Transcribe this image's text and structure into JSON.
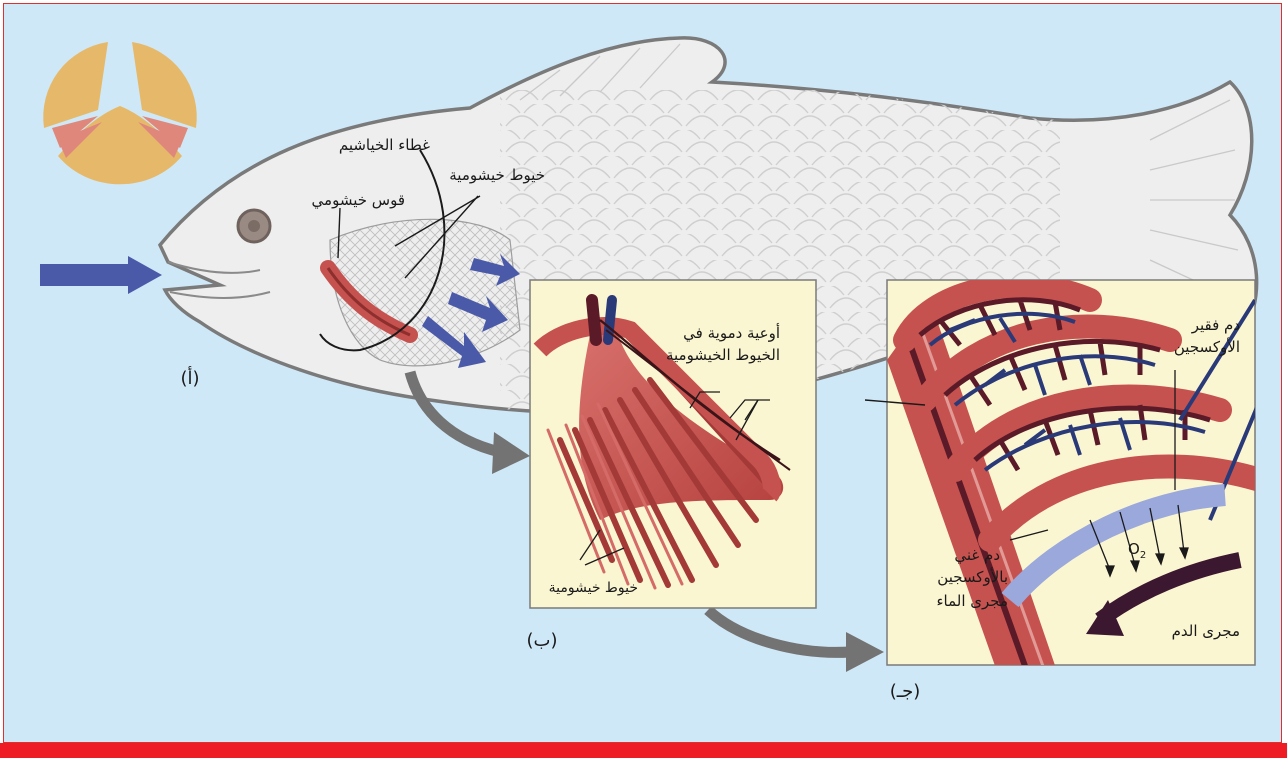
{
  "labels": {
    "gill_cover": "غطاء الخياشيم",
    "gill_filaments_top": "خيوط خيشومية",
    "gill_arch": "قوس خيشومي",
    "blood_vessels_line1": "أوعية دموية في",
    "blood_vessels_line2": "الخيوط الخيشومية",
    "gill_filaments_panel": "خيوط خيشومية",
    "deoxy_blood_line1": "دم فقير",
    "deoxy_blood_line2": "الأوكسجين",
    "oxy_blood_line1": "دم غني",
    "oxy_blood_line2": "بالأوكسجين",
    "water_flow": "مجرى الماء",
    "blood_flow": "مجرى الدم",
    "o2": "O",
    "o2_sub": "2",
    "panel_a": "(أ)",
    "panel_b": "(ب)",
    "panel_c": "(جـ)"
  },
  "colors": {
    "background": "#cfe8f7",
    "frame_border": "#e0302e",
    "bottom_bar": "#ee1c25",
    "fish_body": "#eeeeee",
    "fish_outline": "#7a7a7a",
    "panel_bg": "#fbf6d2",
    "gill_tissue": "#c6524f",
    "vessel_dark": "#5a1a28",
    "vessel_blue": "#2a3a78",
    "water_arrow": "#4a5aa8",
    "flow_arrow_grey": "#737373"
  }
}
